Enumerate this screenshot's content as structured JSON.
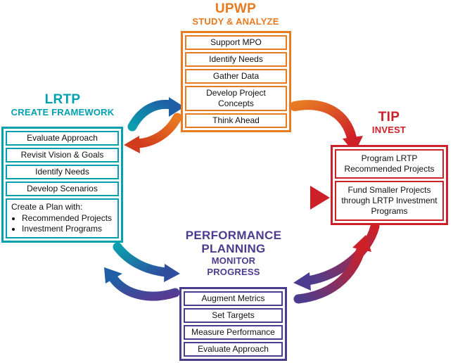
{
  "colors": {
    "teal": "#00A0B0",
    "orange": "#E87B22",
    "red": "#CE2029",
    "purple": "#4B3C8F",
    "blue": "#1F5FA6"
  },
  "upwp": {
    "title": "UPWP",
    "subtitle": "STUDY & ANALYZE",
    "items": [
      "Support MPO",
      "Identify Needs",
      "Gather Data",
      "Develop Project Concepts",
      "Think Ahead"
    ]
  },
  "lrtp": {
    "title": "LRTP",
    "subtitle": "CREATE FRAMEWORK",
    "items": [
      "Evaluate Approach",
      "Revisit Vision & Goals",
      "Identify Needs",
      "Develop Scenarios"
    ],
    "plan": {
      "header": "Create a Plan with:",
      "bullets": [
        "Recommended Projects",
        "Investment Programs"
      ]
    }
  },
  "tip": {
    "title": "TIP",
    "subtitle": "INVEST",
    "items": [
      "Program LRTP Recommended Projects",
      "Fund Smaller Projects through LRTP Investment Programs"
    ]
  },
  "performance": {
    "title_lines": [
      "PERFORMANCE",
      "PLANNING"
    ],
    "subtitle_lines": [
      "MONITOR",
      "PROGRESS"
    ],
    "items": [
      "Augment Metrics",
      "Set Targets",
      "Measure Performance",
      "Evaluate Approach"
    ]
  }
}
